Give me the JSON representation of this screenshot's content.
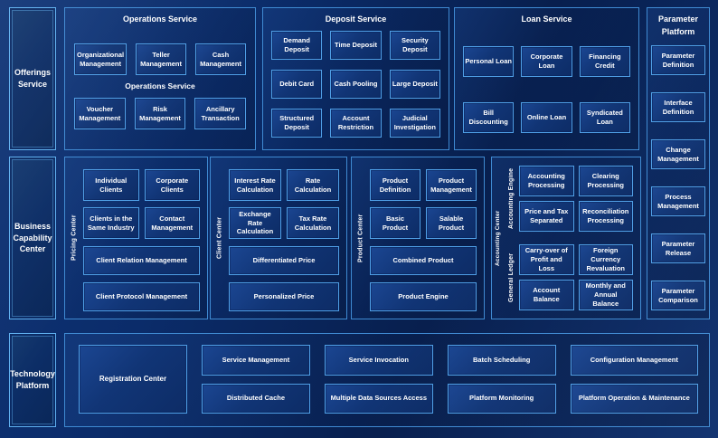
{
  "rails": {
    "offerings": "Offerings Service",
    "business": "Business Capability Center",
    "technology": "Technology Platform"
  },
  "operations": {
    "title": "Operations Service",
    "mid_label": "Operations Service",
    "row1": [
      "Organizational Management",
      "Teller Management",
      "Cash Management"
    ],
    "row2": [
      "Voucher Management",
      "Risk Management",
      "Ancillary Transaction"
    ]
  },
  "deposit": {
    "title": "Deposit Service",
    "items": [
      "Demand Deposit",
      "Time Deposit",
      "Security Deposit",
      "Debit Card",
      "Cash Pooling",
      "Large Deposit",
      "Structured Deposit",
      "Account Restriction",
      "Judicial Investigation"
    ]
  },
  "loan": {
    "title": "Loan Service",
    "items": [
      "Personal Loan",
      "Corporate Loan",
      "Financing Credit",
      "Bill Discounting",
      "Online Loan",
      "Syndicated Loan"
    ]
  },
  "parameter_platform": {
    "title_line1": "Parameter",
    "title_line2": "Platform",
    "items": [
      "Parameter Definition",
      "Interface Definition",
      "Change Management",
      "Process Management",
      "Parameter Release",
      "Parameter Comparison"
    ]
  },
  "pricing_center": {
    "vertical_label": "Pricing Center",
    "cells": [
      "Individual Clients",
      "Corporate Clients",
      "Clients in the Same Industry",
      "Contact Management"
    ],
    "wide": [
      "Client Relation Management",
      "Client Protocol Management"
    ]
  },
  "client_center": {
    "vertical_label": "Client Center",
    "cells": [
      "Interest Rate Calculation",
      "Rate Calculation",
      "Exchange Rate Calculation",
      "Tax Rate Calculation"
    ],
    "wide": [
      "Differentiated Price",
      "Personalized Price"
    ]
  },
  "product_center": {
    "vertical_label": "Product Center",
    "cells": [
      "Product Definition",
      "Product Management",
      "Basic Product",
      "Salable Product"
    ],
    "wide": [
      "Combined Product",
      "Product Engine"
    ]
  },
  "accounting_center": {
    "vertical_label": "Accounting Center",
    "engine": {
      "vertical_label": "Accounting Engine",
      "cells": [
        "Accounting Processing",
        "Clearing Processing",
        "Price and Tax Separated",
        "Reconciliation Processing"
      ]
    },
    "ledger": {
      "vertical_label": "General Ledger",
      "cells": [
        "Carry-over of Profit and Loss",
        "Foreign Currency Revaluation",
        "Account Balance",
        "Monthly and Annual Balance"
      ]
    }
  },
  "technology": {
    "registration": "Registration Center",
    "columns": [
      {
        "top": "Service Management",
        "bottom": "Distributed Cache"
      },
      {
        "top": "Service Invocation",
        "bottom": "Multiple Data Sources Access"
      },
      {
        "top": "Batch Scheduling",
        "bottom": "Platform Monitoring"
      },
      {
        "top": "Configuration Management",
        "bottom": "Platform Operation & Maintenance"
      }
    ]
  },
  "colors": {
    "page_background": "#0b2c6a",
    "panel_border": "#3f8ad2",
    "box_border": "#4f9fe6",
    "box_fill": "#113576",
    "rail_border": "#5fb0f0",
    "text": "#ffffff"
  }
}
